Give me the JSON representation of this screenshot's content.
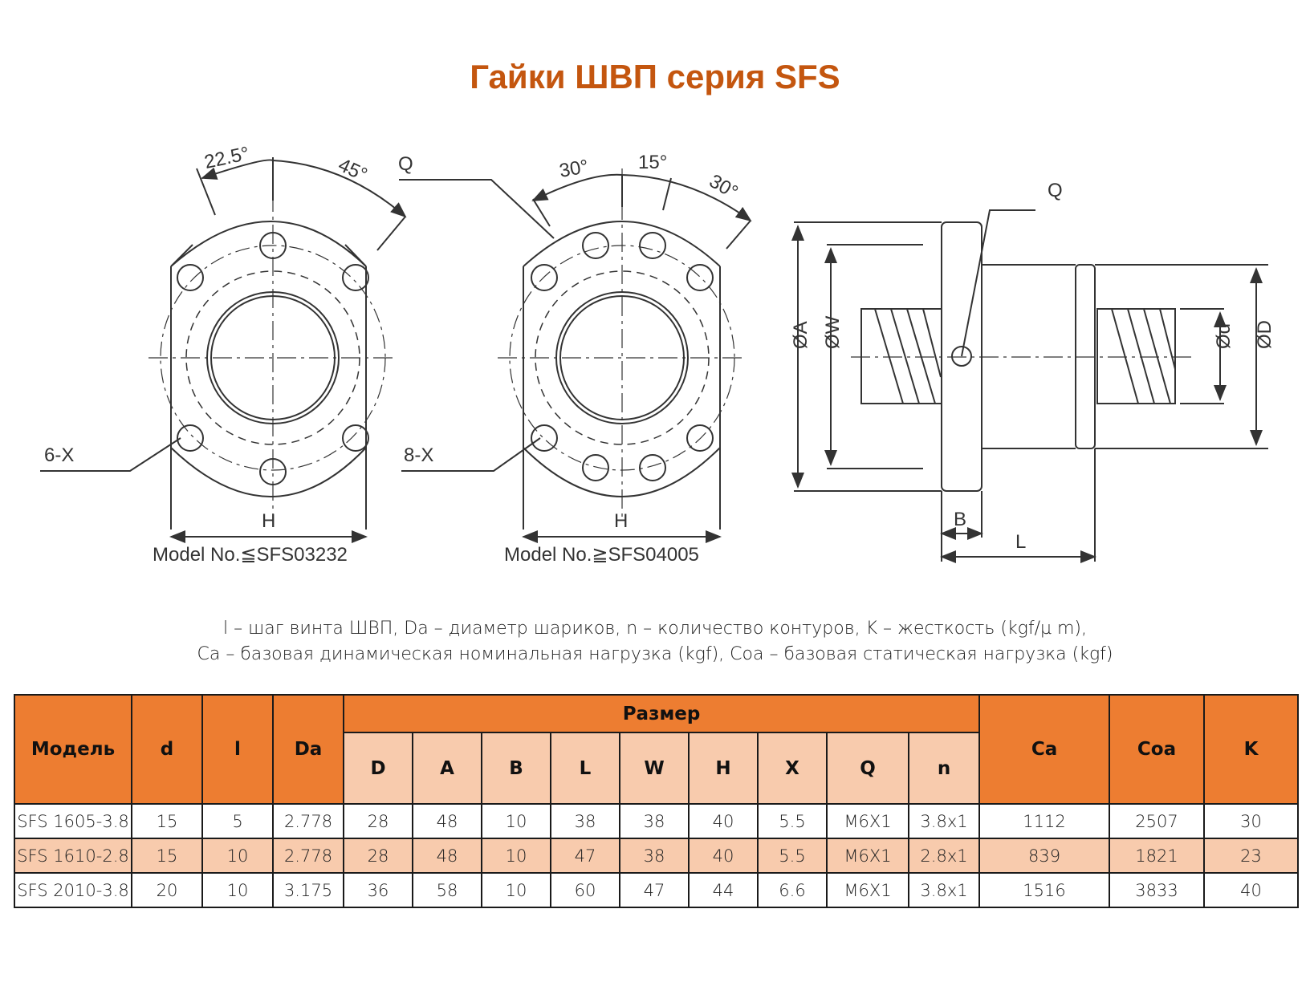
{
  "title": "Гайки ШВП серия SFS",
  "accent_color": "#c4560f",
  "header_color": "#ED7D31",
  "subheader_color": "#F8CBAD",
  "drawing": {
    "view1": {
      "angle_a": "22.5°",
      "angle_b": "45°",
      "holes_label": "6-X",
      "width_label": "H",
      "caption": "Model No.≦SFS03232"
    },
    "view2": {
      "q_label": "Q",
      "angle_a": "30°",
      "angle_b": "15°",
      "angle_c": "30°",
      "holes_label": "8-X",
      "width_label": "H",
      "caption": "Model No.≧SFS04005"
    },
    "side_view": {
      "q_label": "Q",
      "dia_a": "ØA",
      "dia_w": "ØW",
      "dia_d_small": "Ød",
      "dia_d_large": "ØD",
      "b_label": "B",
      "l_label": "L"
    }
  },
  "legend": {
    "line1": "l – шаг винта ШВП, Da – диаметр шариков, n – количество контуров, K – жесткость (kgf/µ m),",
    "line2": "Ca – базовая динамическая номинальная нагрузка (kgf), Coa – базовая статическая нагрузка (kgf)"
  },
  "table": {
    "headers": {
      "model": "Модель",
      "d": "d",
      "l": "l",
      "da": "Da",
      "group": "Размер",
      "sub": [
        "D",
        "A",
        "B",
        "L",
        "W",
        "H",
        "X",
        "Q",
        "n"
      ],
      "ca": "Ca",
      "coa": "Coa",
      "k": "K"
    },
    "rows": [
      [
        "SFS 1605-3.8",
        "15",
        "5",
        "2.778",
        "28",
        "48",
        "10",
        "38",
        "38",
        "40",
        "5.5",
        "M6X1",
        "3.8x1",
        "1112",
        "2507",
        "30"
      ],
      [
        "SFS 1610-2.8",
        "15",
        "10",
        "2.778",
        "28",
        "48",
        "10",
        "47",
        "38",
        "40",
        "5.5",
        "M6X1",
        "2.8x1",
        "839",
        "1821",
        "23"
      ],
      [
        "SFS 2010-3.8",
        "20",
        "10",
        "3.175",
        "36",
        "58",
        "10",
        "60",
        "47",
        "44",
        "6.6",
        "M6X1",
        "3.8x1",
        "1516",
        "3833",
        "40"
      ]
    ]
  }
}
